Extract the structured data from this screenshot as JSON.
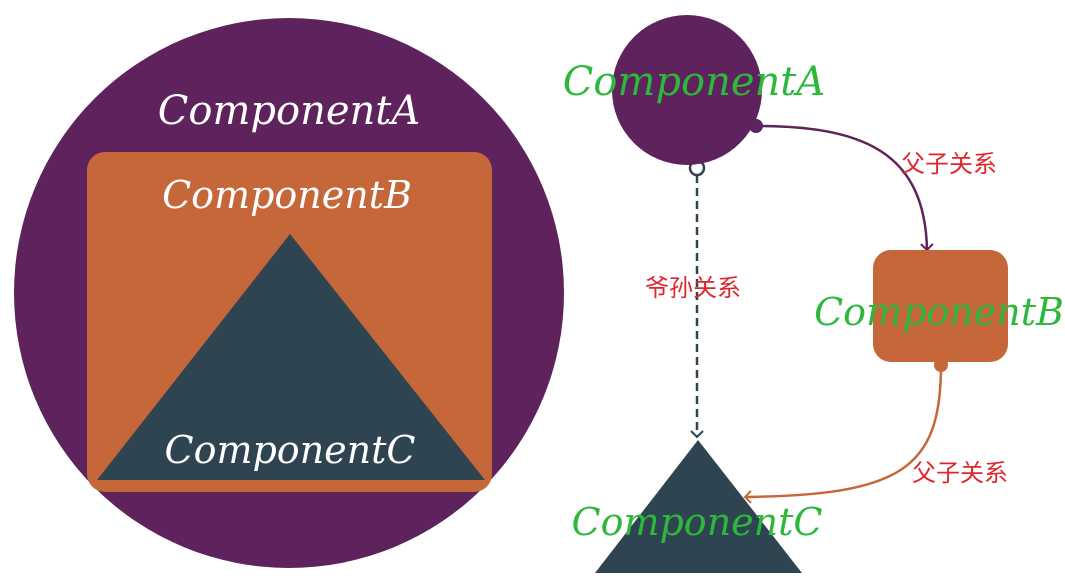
{
  "left_diagram": {
    "outer_label": "ComponentA",
    "middle_label": "ComponentB",
    "inner_label": "ComponentC"
  },
  "right_diagram": {
    "node_a": "ComponentA",
    "node_b": "ComponentB",
    "node_c": "ComponentC",
    "edge_a_b": "父子关系",
    "edge_b_c": "父子关系",
    "edge_a_c": "爷孙关系"
  },
  "colors": {
    "purple": "#5e225c",
    "orange": "#c6673a",
    "slate": "#2e4450",
    "green": "#2db83d",
    "red": "#e0262d"
  }
}
